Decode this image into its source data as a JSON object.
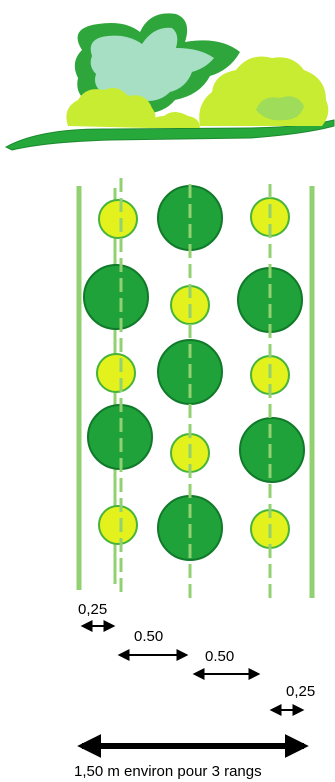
{
  "colors": {
    "dark_plant": "#1fa23a",
    "dark_plant_stroke": "#117a2a",
    "light_plant": "#e3f21c",
    "light_plant_stroke": "#46b33a",
    "row_line": "#92d172",
    "hedge_light_green": "#a6dfc4",
    "hedge_bright_green": "#c7ec32",
    "hedge_dark_green": "#27a83a"
  },
  "icons": {
    "hedge": "hedge-illustration-icon",
    "dark_plant": "dark-green-circle",
    "light_plant": "yellow-green-circle",
    "arrow": "double-headed-arrow"
  },
  "dimensions": {
    "spacing_edge_left": "0,25",
    "spacing_between_rows_1": "0.50",
    "spacing_between_rows_2": "0.50",
    "spacing_edge_right": "0,25",
    "total_width": "1,50 m environ pour 3 rangs"
  }
}
